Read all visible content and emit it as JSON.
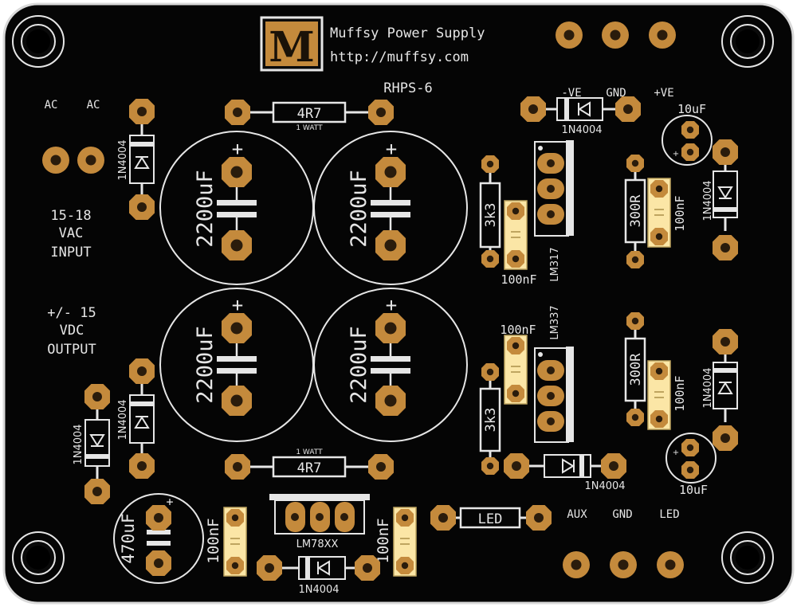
{
  "board": {
    "title_line1": "Muffsy Power Supply",
    "title_line2": "http://muffsy.com",
    "logo_letter": "M",
    "model": "RHPS-6",
    "colors": {
      "pcb": "#050505",
      "edge": "#d9d9d9",
      "silk": "#e6e6e6",
      "copper": "#c48a3c",
      "copper_dark": "#7a5222",
      "pad_hole": "#2a1c0c",
      "box_fill": "#fbe6a6"
    }
  },
  "labels": {
    "ac_left": "AC",
    "ac_right": "AC",
    "input_line1": "15-18",
    "input_line2": "VAC",
    "input_line3": "INPUT",
    "output_line1": "+/- 15",
    "output_line2": "VDC",
    "output_line3": "OUTPUT",
    "neg_ve": "-VE",
    "gnd_top": "GND",
    "pos_ve": "+VE",
    "aux": "AUX",
    "gnd_bottom": "GND",
    "led": "LED",
    "plus": "+"
  },
  "components": {
    "res_top": "4R7",
    "res_top_sub": "1 WATT",
    "res_bottom": "4R7",
    "res_bottom_sub": "1 WATT",
    "cap_big_1": "2200uF",
    "cap_big_2": "2200uF",
    "cap_big_3": "2200uF",
    "cap_big_4": "2200uF",
    "diode_a": "1N4004",
    "diode_b": "1N4004",
    "diode_c": "1N4004",
    "diode_d": "1N4004",
    "diode_e": "1N4004",
    "diode_f": "1N4004",
    "diode_g": "1N4004",
    "diode_h": "1N4004",
    "cap_10uf_top": "10uF",
    "cap_10uf_bottom": "10uF",
    "res_3k3_top": "3k3",
    "res_3k3_bottom": "3k3",
    "res_300r_top": "300R",
    "res_300r_bottom": "300R",
    "cap_100nf_1": "100nF",
    "cap_100nf_2": "100nF",
    "cap_100nf_3": "100nF",
    "cap_100nf_4": "100nF",
    "cap_100nf_5": "100nF",
    "cap_100nf_6": "100nF",
    "reg_lm317": "LM317",
    "reg_lm337": "LM337",
    "reg_lm78xx": "LM78XX",
    "cap_470uf": "470uF",
    "led_part": "LED"
  }
}
